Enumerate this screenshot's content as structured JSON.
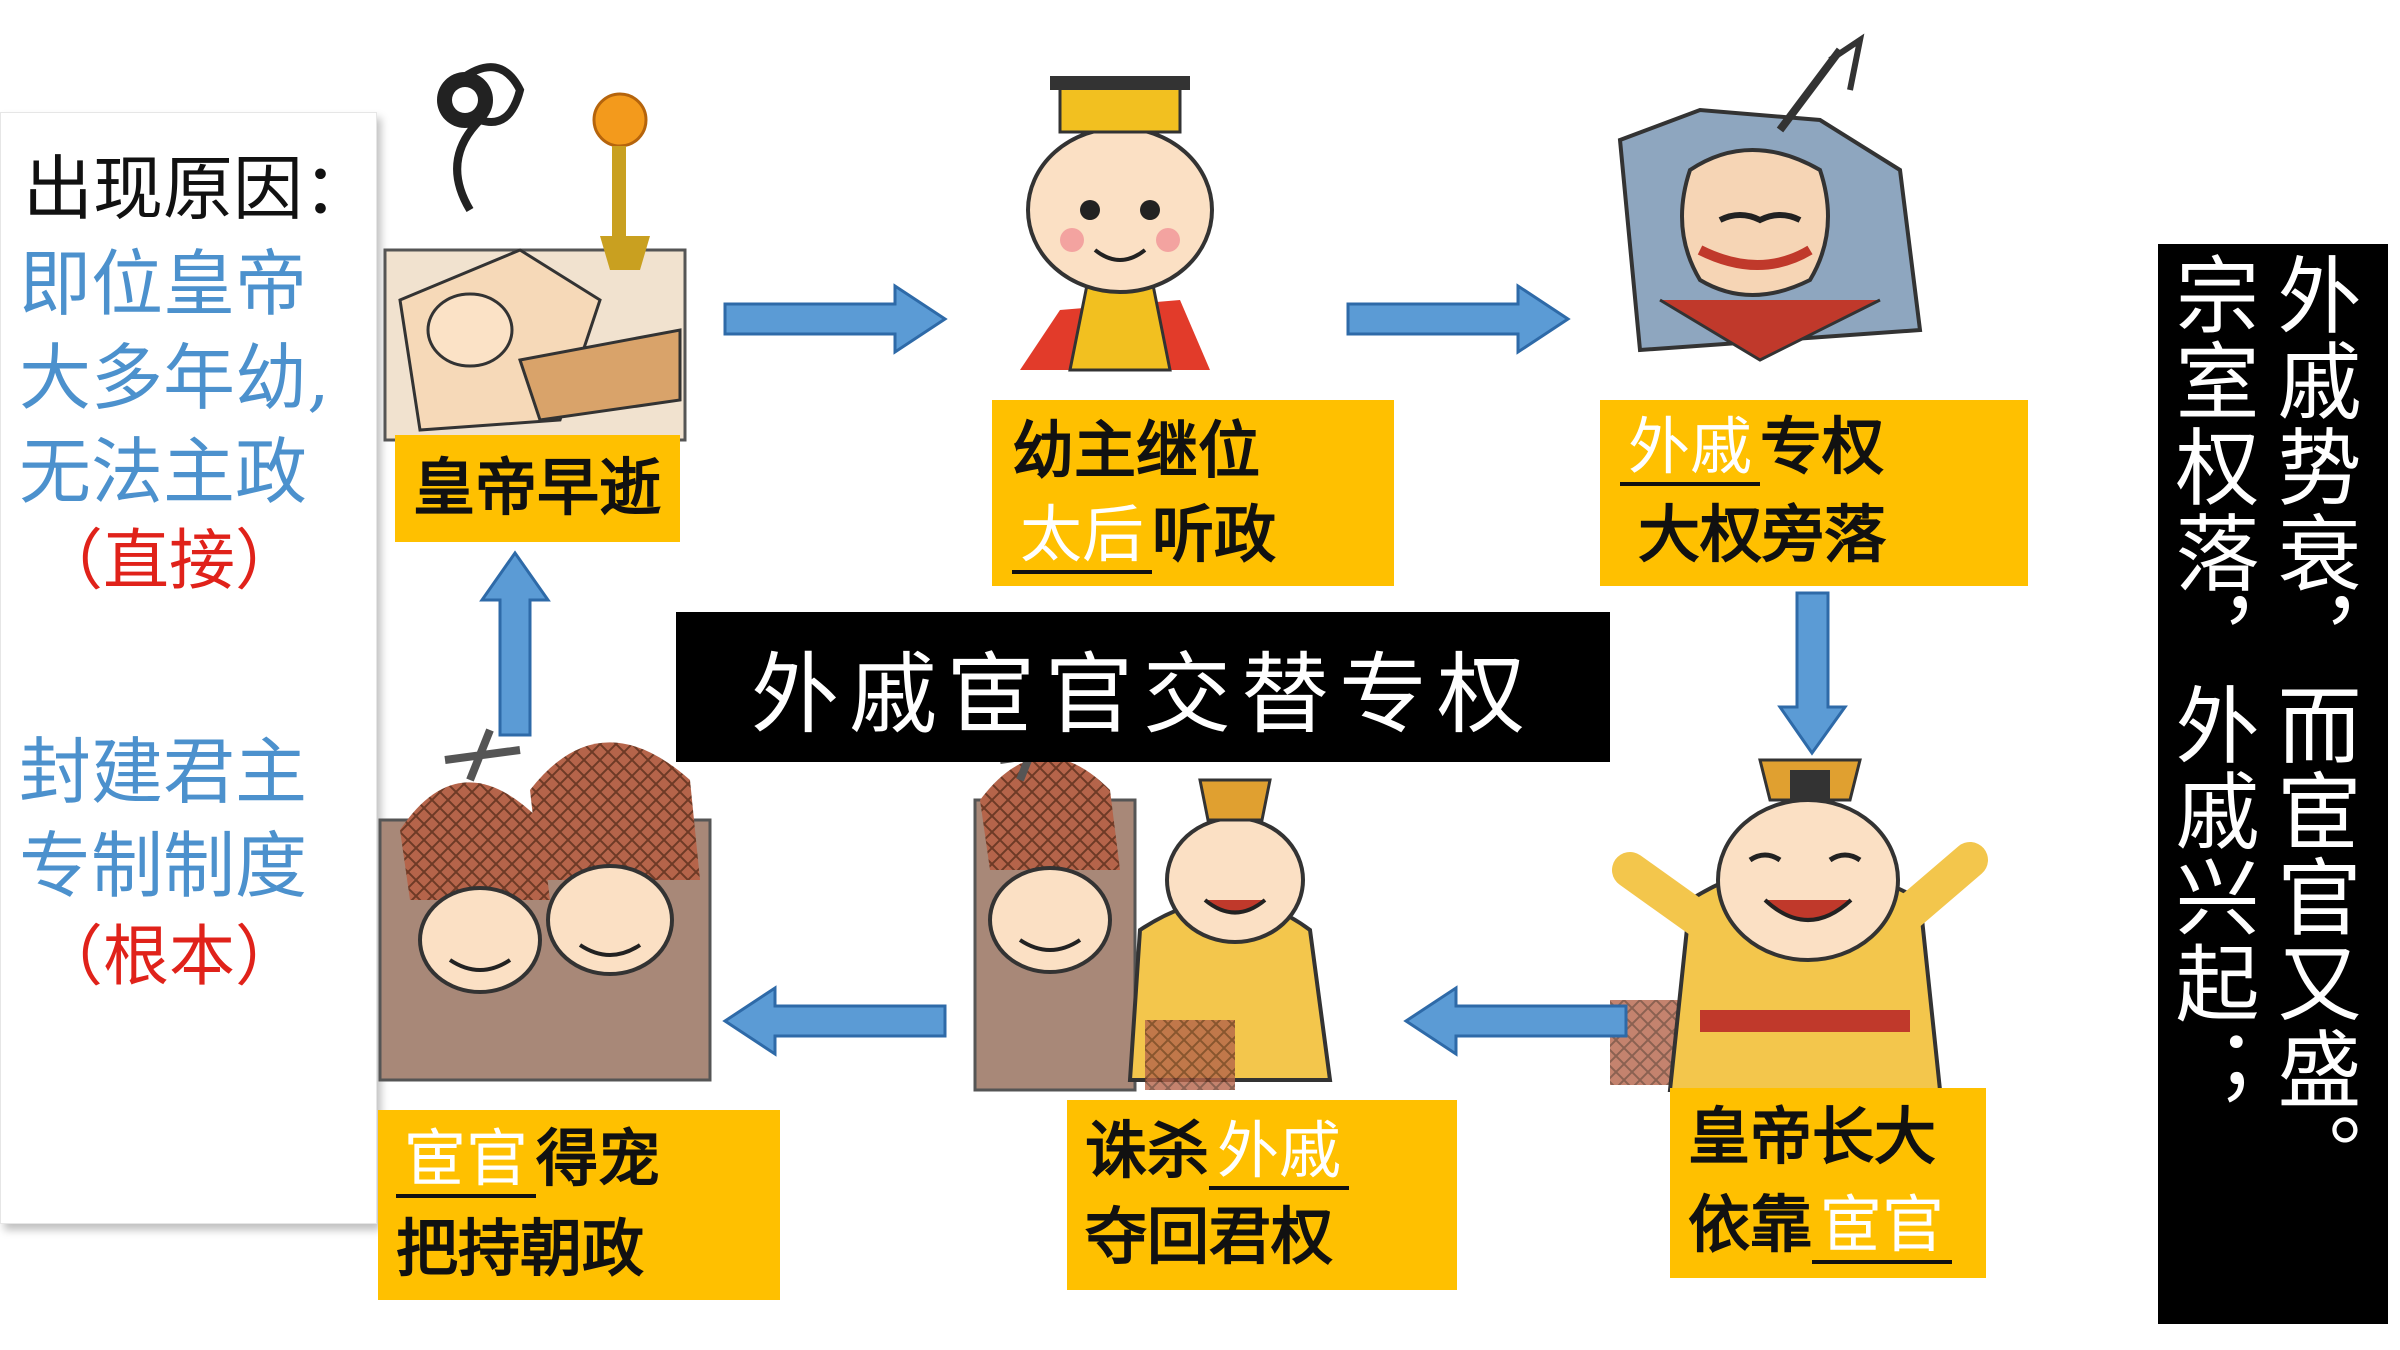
{
  "left_panel": {
    "heading": "出现原因：",
    "direct_lines": [
      "即位皇帝",
      "大多年幼,",
      "无法主政"
    ],
    "direct_tag": "（直接）",
    "root_lines": [
      "封建君主",
      "专制制度"
    ],
    "root_tag": "（根本）"
  },
  "steps": {
    "emperor_dies": {
      "line1": "皇帝早逝"
    },
    "child_ruler": {
      "line1": "幼主继位",
      "fill": "太后",
      "line2_rest": "听政"
    },
    "consort_power": {
      "fill": "外戚",
      "line1_rest": "专权",
      "line2": "大权旁落"
    },
    "emperor_grows": {
      "line1": "皇帝长大",
      "line2_pre": "依靠",
      "fill": "宦官"
    },
    "kill_consorts": {
      "line1_pre": "诛杀",
      "fill": "外戚",
      "line2": "夺回君权"
    },
    "eunuch_power": {
      "fill": "宦官",
      "line1_rest": "得宠",
      "line2": "把持朝政"
    }
  },
  "center_title": "外戚宦官交替专权",
  "right_panel": {
    "col1": "外戚势衰，而宦官又盛。",
    "col2": "宗室权落，外戚兴起；"
  },
  "colors": {
    "box_yellow": "#ffc000",
    "arrow_blue": "#5b9bd5",
    "arrow_outline": "#2e6aa8",
    "text_blue": "#4c91cd",
    "text_red": "#e0221a"
  },
  "illustrations": [
    "dying-emperor-icon",
    "child-emperor-icon",
    "armored-general-icon",
    "grown-emperor-icon",
    "eunuchs-with-emperor-icon",
    "two-eunuchs-icon"
  ]
}
